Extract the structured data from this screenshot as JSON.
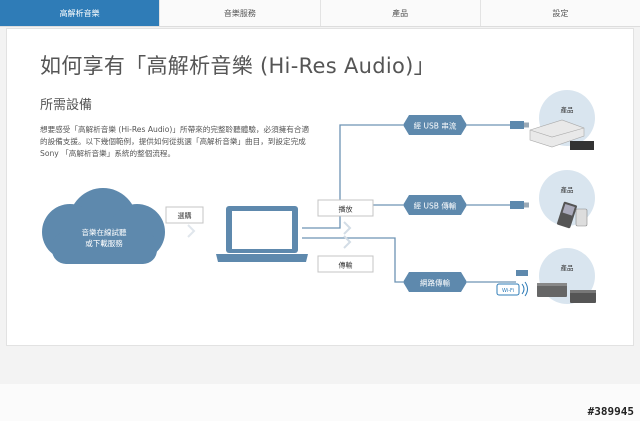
{
  "tabs": [
    {
      "label": "高解析音樂",
      "active": true
    },
    {
      "label": "音樂服務",
      "active": false
    },
    {
      "label": "產品",
      "active": false
    },
    {
      "label": "設定",
      "active": false
    }
  ],
  "page": {
    "title": "如何享有「高解析音樂 (Hi-Res Audio)」",
    "subtitle": "所需設備",
    "description_lines": [
      "想要感受「高解析音樂 (Hi-Res Audio)」所帶來的完整聆聽體驗，必須擁有合適",
      "的設備支援。以下幾個範例，提供如何從挑選「高解析音樂」曲目，到設定完成",
      "Sony 「高解析音樂」系統的整個流程。"
    ]
  },
  "diagram": {
    "cloud_line1": "音樂在線試聽",
    "cloud_line2": "或下載服務",
    "select_label": "選購",
    "play_label": "播放",
    "transfer_label": "傳輸",
    "route_usb_stream": "經 USB 串流",
    "route_usb_transfer": "經 USB 傳輸",
    "route_network": "網路傳輸",
    "product_label": "產品",
    "wifi_label": "Wi-Fi"
  },
  "colors": {
    "accent_blue": "#2f7cb7",
    "diagram_blue": "#5e89ad",
    "circle_light": "#d9e5ef"
  },
  "watermark": "#389945"
}
